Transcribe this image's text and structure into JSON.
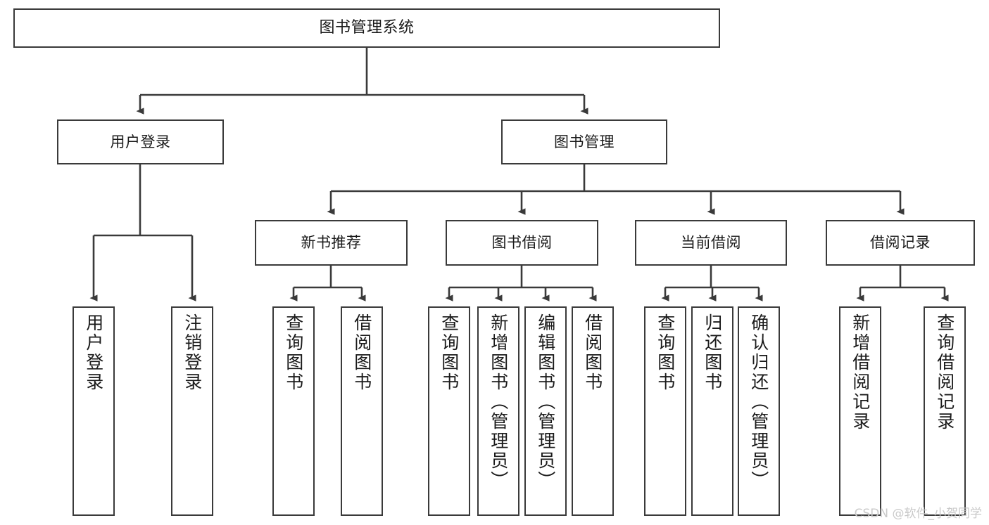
{
  "diagram": {
    "title": "图书管理系统",
    "watermark": "CSDN @软件_小贺同学",
    "line_color": "#3a3a3a",
    "box_fill": "#ffffff",
    "text_color": "#1a1a1a",
    "levels": {
      "root": {
        "label": "图书管理系统"
      },
      "level2": [
        {
          "label": "用户登录"
        },
        {
          "label": "图书管理"
        }
      ],
      "level3": [
        {
          "label": "新书推荐"
        },
        {
          "label": "图书借阅"
        },
        {
          "label": "当前借阅"
        },
        {
          "label": "借阅记录"
        }
      ],
      "leaves": {
        "user_login": [
          {
            "label": "用户登录"
          },
          {
            "label": "注销登录"
          }
        ],
        "new_book_recommend": [
          {
            "label": "查询图书"
          },
          {
            "label": "借阅图书"
          }
        ],
        "book_borrow": [
          {
            "label": "查询图书"
          },
          {
            "label": "新增图书（管理员）"
          },
          {
            "label": "编辑图书（管理员）"
          },
          {
            "label": "借阅图书"
          }
        ],
        "current_borrow": [
          {
            "label": "查询图书"
          },
          {
            "label": "归还图书"
          },
          {
            "label": "确认归还（管理员）"
          }
        ],
        "borrow_record": [
          {
            "label": "新增借阅记录"
          },
          {
            "label": "查询借阅记录"
          }
        ]
      }
    }
  }
}
